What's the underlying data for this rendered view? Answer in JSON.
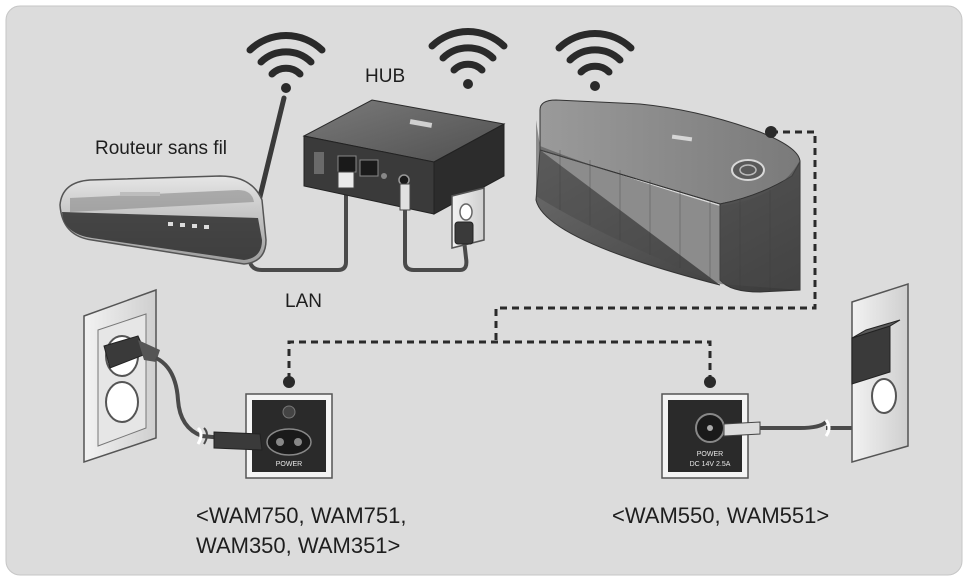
{
  "labels": {
    "router": "Routeur sans fil",
    "hub": "HUB",
    "lan": "LAN",
    "models_left_line1": "<WAM750, WAM751,",
    "models_left_line2": "WAM350, WAM351>",
    "models_right": "<WAM550, WAM551>",
    "port_left": "POWER",
    "port_right_line1": "POWER",
    "port_right_line2": "DC 14V 2.5A"
  },
  "colors": {
    "panel": "#dcdcdc",
    "device_dark": "#3c3c3c",
    "device_mid": "#5a5a5a",
    "router_body": "#c8c8c8",
    "cable": "#4a4a4a",
    "dashed_line": "#2a2a2a"
  },
  "icons": [
    "wifi-icon",
    "power-port-icon",
    "wall-outlet-icon",
    "power-plug-icon",
    "power-adapter-icon"
  ]
}
